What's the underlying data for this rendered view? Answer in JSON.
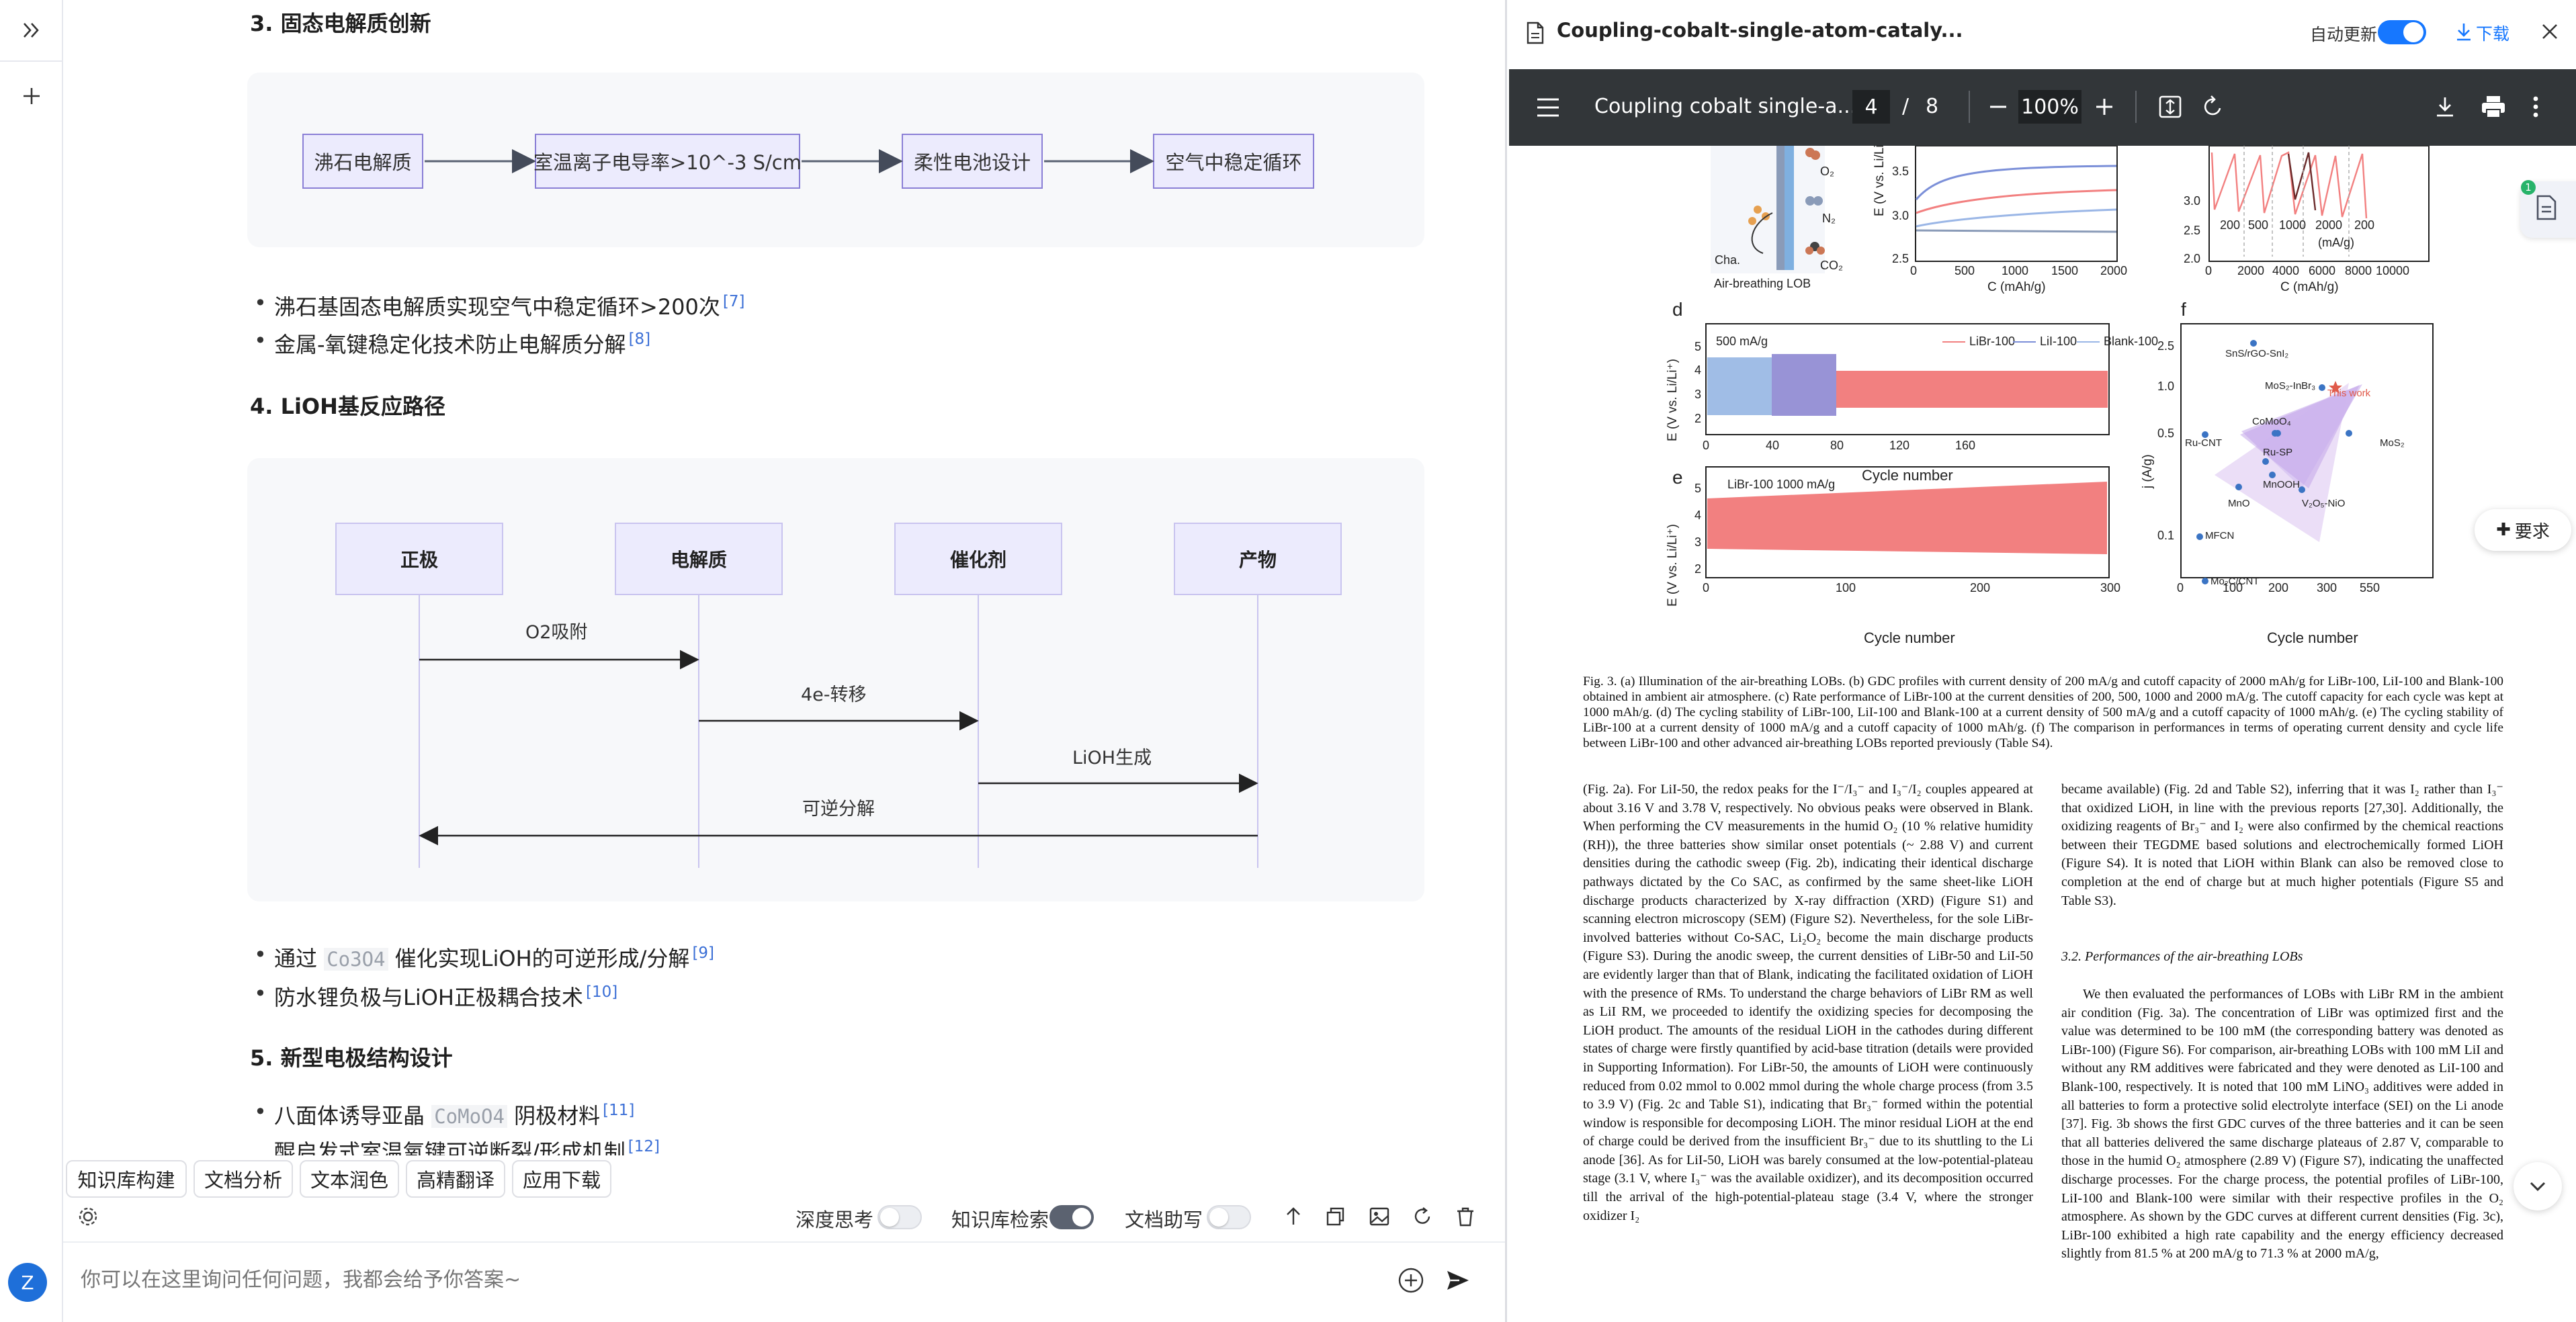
{
  "rail": {
    "expand_icon": "double-chevron-right-icon",
    "new_icon": "plus-icon"
  },
  "sections": {
    "s3": "3. 固态电解质创新",
    "s4": "4. LiOH基反应路径",
    "s5": "5. 新型电极结构设计"
  },
  "flow": [
    "沸石电解质",
    "室温离子电导率>10^-3 S/cm",
    "柔性电池设计",
    "空气中稳定循环"
  ],
  "bullets3": [
    {
      "text": "沸石基固态电解质实现空气中稳定循环>200次",
      "cite": "[7]"
    },
    {
      "text": "金属-氧键稳定化技术防止电解质分解",
      "cite": "[8]"
    }
  ],
  "sequence": {
    "lanes": [
      "正极",
      "电解质",
      "催化剂",
      "产物"
    ],
    "messages": [
      "O2吸附",
      "4e-转移",
      "LiOH生成",
      "可逆分解"
    ]
  },
  "bullets4": [
    {
      "pre": "通过 ",
      "code": "Co3O4",
      "post": " 催化实现LiOH的可逆形成/分解",
      "cite": "[9]"
    },
    {
      "pre": "防水锂负极与LiOH正极耦合技术",
      "code": "",
      "post": "",
      "cite": "[10]"
    }
  ],
  "bullets5": [
    {
      "pre": "八面体诱导亚晶 ",
      "code": "CoMoO4",
      "post": " 阴极材料",
      "cite": "[11]"
    },
    {
      "pre": "醌启发式室温氧键可逆断裂/形成机制",
      "code": "",
      "post": "",
      "cite": "[12]"
    }
  ],
  "chips": [
    "知识库构建",
    "文档分析",
    "文本润色",
    "高精翻译",
    "应用下载"
  ],
  "toggles": [
    {
      "label": "深度思考",
      "on": false
    },
    {
      "label": "知识库检索",
      "on": true
    },
    {
      "label": "文档助写",
      "on": false
    }
  ],
  "input": {
    "placeholder": "你可以在这里询问任何问题，我都会给予你答案~",
    "avatar": "Z"
  },
  "viewer": {
    "doc_title": "Coupling-cobalt-single-atom-cataly...",
    "auto_update": "自动更新",
    "download": "下载",
    "pdf_title": "Coupling cobalt single-a...",
    "page_current": "4",
    "page_sep": "/",
    "page_total": "8",
    "zoom": "100%",
    "badge": "1",
    "request_btn": "要求"
  },
  "figure": {
    "top_left_labels": {
      "o2": "O₂",
      "n2": "N₂",
      "co2": "CO₂",
      "cha": "Cha.",
      "lob": "Air-breathing LOB"
    },
    "b_ylabel": "E (V vs. Li/Li⁺)",
    "b_yticks": [
      "3.5",
      "3.0",
      "2.5"
    ],
    "b_xticks": [
      "0",
      "500",
      "1000",
      "1500",
      "2000"
    ],
    "b_xlabel": "C (mAh/g)",
    "c_yticks": [
      "3.0",
      "2.5",
      "2.0"
    ],
    "c_xticks": [
      "0",
      "2000",
      "4000",
      "6000",
      "8000",
      "10000"
    ],
    "c_xlabel": "C (mAh/g)",
    "c_rates": [
      "200",
      "500",
      "1000",
      "2000",
      "200",
      "(mA/g)"
    ],
    "d": {
      "panel": "d",
      "rate": "500 mA/g",
      "legend": [
        "LiBr-100",
        "LiI-100",
        "Blank-100"
      ],
      "yticks": [
        "5",
        "4",
        "3",
        "2"
      ],
      "xticks": [
        "0",
        "40",
        "80",
        "120",
        "160"
      ],
      "xlabel": "Cycle number",
      "ylabel": "E (V vs. Li/Li⁺)"
    },
    "e": {
      "panel": "e",
      "label": "LiBr-100  1000 mA/g",
      "yticks": [
        "5",
        "4",
        "3",
        "2"
      ],
      "xticks": [
        "0",
        "100",
        "200",
        "300"
      ],
      "xlabel": "Cycle number",
      "ylabel": "E (V vs. Li/Li⁺)"
    },
    "f": {
      "panel": "f",
      "ylabel": "j (A/g)",
      "yticks": [
        "2.5",
        "1.0",
        "0.5",
        "0.1"
      ],
      "xticks": [
        "0",
        "100",
        "200",
        "300",
        "550"
      ],
      "xlabel": "Cycle number",
      "points": [
        "SnS/rGO-SnI₂",
        "MoS₂-InBr₃",
        "This work",
        "CoMoO₄",
        "Ru-CNT",
        "Ru-SP",
        "MoS₂",
        "MnOOH",
        "MnO",
        "V₂O₅-NiO",
        "MFCN",
        "Mo₂C/CNT"
      ]
    },
    "caption": "Fig. 3. (a) Illumination of the air-breathing LOBs. (b) GDC profiles with current density of 200 mA/g and cutoff capacity of 2000 mAh/g for LiBr-100, LiI-100 and Blank-100 obtained in ambient air atmosphere. (c) Rate performance of LiBr-100 at the current densities of 200, 500, 1000 and 2000 mA/g. The cutoff capacity for each cycle was kept at 1000 mAh/g. (d) The cycling stability of LiBr-100, LiI-100 and Blank-100 at a current density of 500 mA/g and a cutoff capacity of 1000 mAh/g. (e) The cycling stability of LiBr-100 at a current density of 1000 mA/g and a cutoff capacity of 1000 mAh/g. (f) The comparison in performances in terms of operating current density and cycle life between LiBr-100 and other advanced air-breathing LOBs reported previously (Table S4)."
  },
  "body": {
    "left": "(Fig. 2a). For LiI-50, the redox peaks for the I⁻/I₃⁻ and I₃⁻/I₂ couples appeared at about 3.16 V and 3.78 V, respectively. No obvious peaks were observed in Blank. When performing the CV measurements in the humid O₂ (10 % relative humidity (RH)), the three batteries show similar onset potentials (~ 2.88 V) and current densities during the cathodic sweep (Fig. 2b), indicating their identical discharge pathways dictated by the Co SAC, as confirmed by the same sheet-like LiOH discharge products characterized by X-ray diffraction (XRD) (Figure S1) and scanning electron microscopy (SEM) (Figure S2). Nevertheless, for the sole LiBr-involved batteries without Co-SAC, Li₂O₂ become the main discharge products (Figure S3). During the anodic sweep, the current densities of LiBr-50 and LiI-50 are evidently larger than that of Blank, indicating the facilitated oxidation of LiOH with the presence of RMs. To understand the charge behaviors of LiBr RM as well as LiI RM, we proceeded to identify the oxidizing species for decomposing the LiOH product. The amounts of the residual LiOH in the cathodes during different states of charge were firstly quantified by acid-base titration (details were provided in Supporting Information). For LiBr-50, the amounts of LiOH were continuously reduced from 0.02 mmol to 0.002 mmol during the whole charge process (from 3.5 to 3.9 V) (Fig. 2c and Table S1), indicating that Br₃⁻ formed within the potential window is responsible for decomposing LiOH. The minor residual LiOH at the end of charge could be derived from the insufficient Br₃⁻ due to its shuttling to the Li anode [36]. As for LiI-50, LiOH was barely consumed at the low-potential-plateau stage (3.1 V, where I₃⁻ was the available oxidizer), and its decomposition occurred till the arrival of the high-potential-plateau stage (3.4 V, where the stronger oxidizer I₂",
    "right_top": "became available) (Fig. 2d and Table S2), inferring that it was I₂ rather than I₃⁻ that oxidized LiOH, in line with the previous reports [27,30]. Additionally, the oxidizing reagents of Br₃⁻ and I₂ were also confirmed by the chemical reactions between their TEGDME based solutions and electrochemically formed LiOH (Figure S4). It is noted that LiOH within Blank can also be removed close to completion at the end of charge but at much higher potentials (Figure S5 and Table S3).",
    "right_heading": "3.2.  Performances of the air-breathing LOBs",
    "right_bottom": "We then evaluated the performances of LOBs with LiBr RM in the ambient air condition (Fig. 3a). The concentration of LiBr was optimized first and the value was determined to be 100 mM (the corresponding battery was denoted as LiBr-100) (Figure S6). For comparison, air-breathing LOBs with 100 mM LiI and without any RM additives were fabricated and they were denoted as LiI-100 and Blank-100, respectively. It is noted that 100 mM LiNO₃ additives were added in all batteries to form a protective solid electrolyte interface (SEI) on the Li anode [37]. Fig. 3b shows the first GDC curves of the three batteries and it can be seen that all batteries delivered the same discharge plateaus of 2.87 V, comparable to those in the humid O₂ atmosphere (2.89 V) (Figure S7), indicating the unaffected discharge processes. For the charge process, the potential profiles of LiBr-100, LiI-100 and Blank-100 were similar with their respective profiles in the O₂ atmosphere. As shown by the GDC curves at different current densities (Fig. 3c), LiBr-100 exhibited a high rate capability and the energy efficiency decreased slightly from 81.5 % at 200 mA/g to 71.3 % at 2000 mA/g,"
  },
  "colors": {
    "accent": "#1677ff",
    "libr": "#f28080",
    "lii": "#7b8fd8",
    "blank": "#9ab6e6",
    "flow_border": "#8a7fd6",
    "flow_fill": "#ecebfd"
  }
}
